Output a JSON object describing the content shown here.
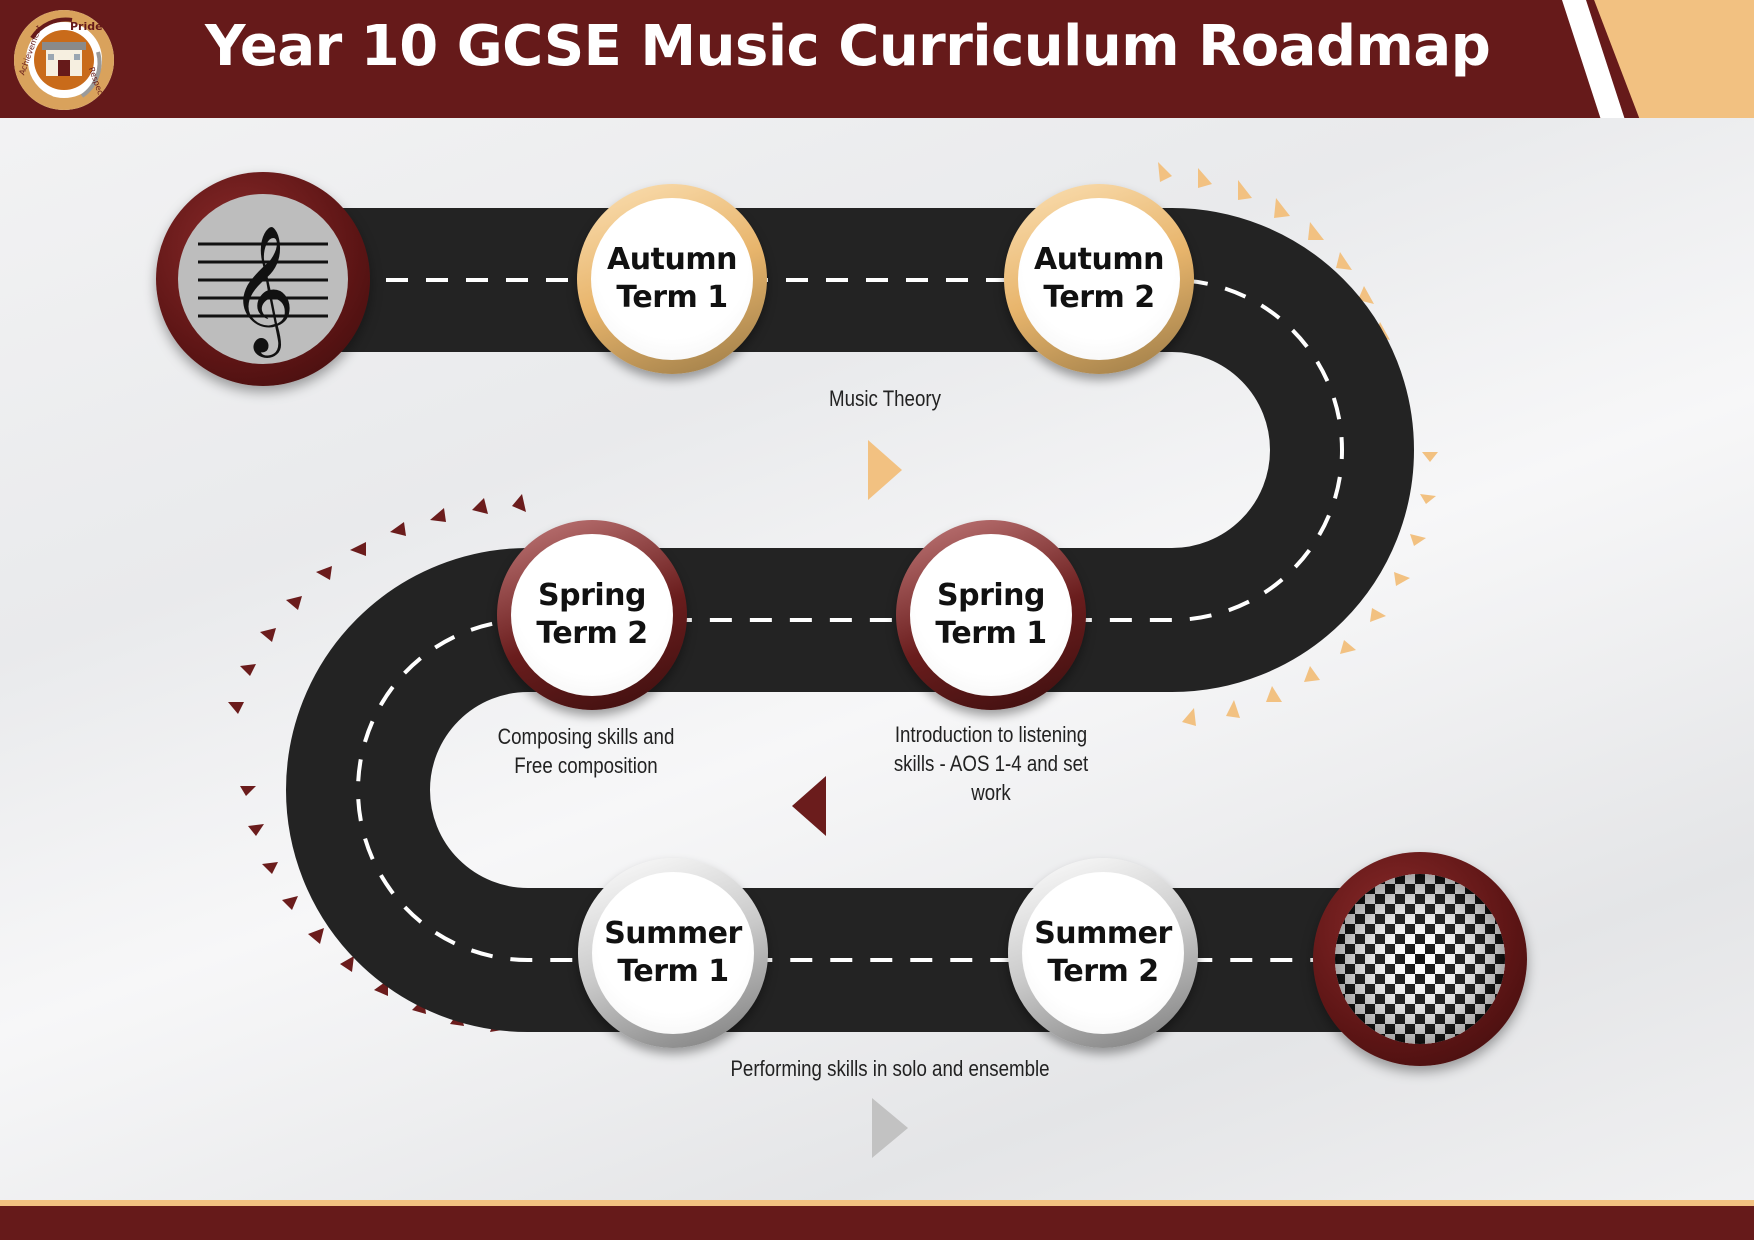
{
  "header": {
    "title": "Year 10 GCSE Music Curriculum Roadmap"
  },
  "logo": {
    "icon": "school-crest-icon",
    "values": [
      "Pride",
      "Respect",
      "Achievement"
    ]
  },
  "terms": [
    {
      "id": "autumn-1",
      "label": "Autumn Term 1",
      "season": "autumn"
    },
    {
      "id": "autumn-2",
      "label": "Autumn Term 2",
      "season": "autumn"
    },
    {
      "id": "spring-1",
      "label": "Spring Term 1",
      "season": "spring"
    },
    {
      "id": "spring-2",
      "label": "Spring Term 2",
      "season": "spring"
    },
    {
      "id": "summer-1",
      "label": "Summer Term 1",
      "season": "summer"
    },
    {
      "id": "summer-2",
      "label": "Summer Term 2",
      "season": "summer"
    }
  ],
  "descriptions": {
    "autumn": "Music Theory",
    "spring_1": "Introduction to listening skills - AOS 1-4 and set work",
    "spring_2": "Composing skills and Free composition",
    "summer": "Performing skills in solo and ensemble"
  },
  "start_icon": "treble-clef-icon",
  "finish_icon": "checkered-flag-icon",
  "colors": {
    "maroon": "#661a1a",
    "gold": "#f2c181",
    "road": "#232323",
    "silver": "#c8c8c8"
  }
}
